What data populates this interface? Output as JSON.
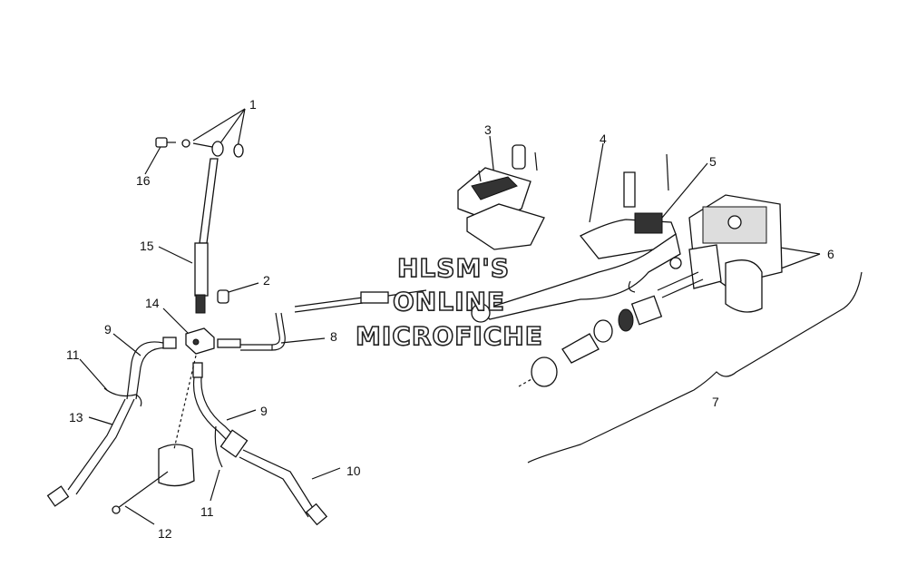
{
  "callouts": {
    "c1": "1",
    "c2": "2",
    "c3": "3",
    "c4": "4",
    "c5": "5",
    "c6": "6",
    "c7": "7",
    "c8": "8",
    "c9a": "9",
    "c9b": "9",
    "c10": "10",
    "c11a": "11",
    "c11b": "11",
    "c12": "12",
    "c13": "13",
    "c14": "14",
    "c15": "15",
    "c16": "16"
  },
  "watermark": {
    "line1": "HLSM'S",
    "line2": "ONLINE",
    "line3": "MICROFICHE"
  }
}
